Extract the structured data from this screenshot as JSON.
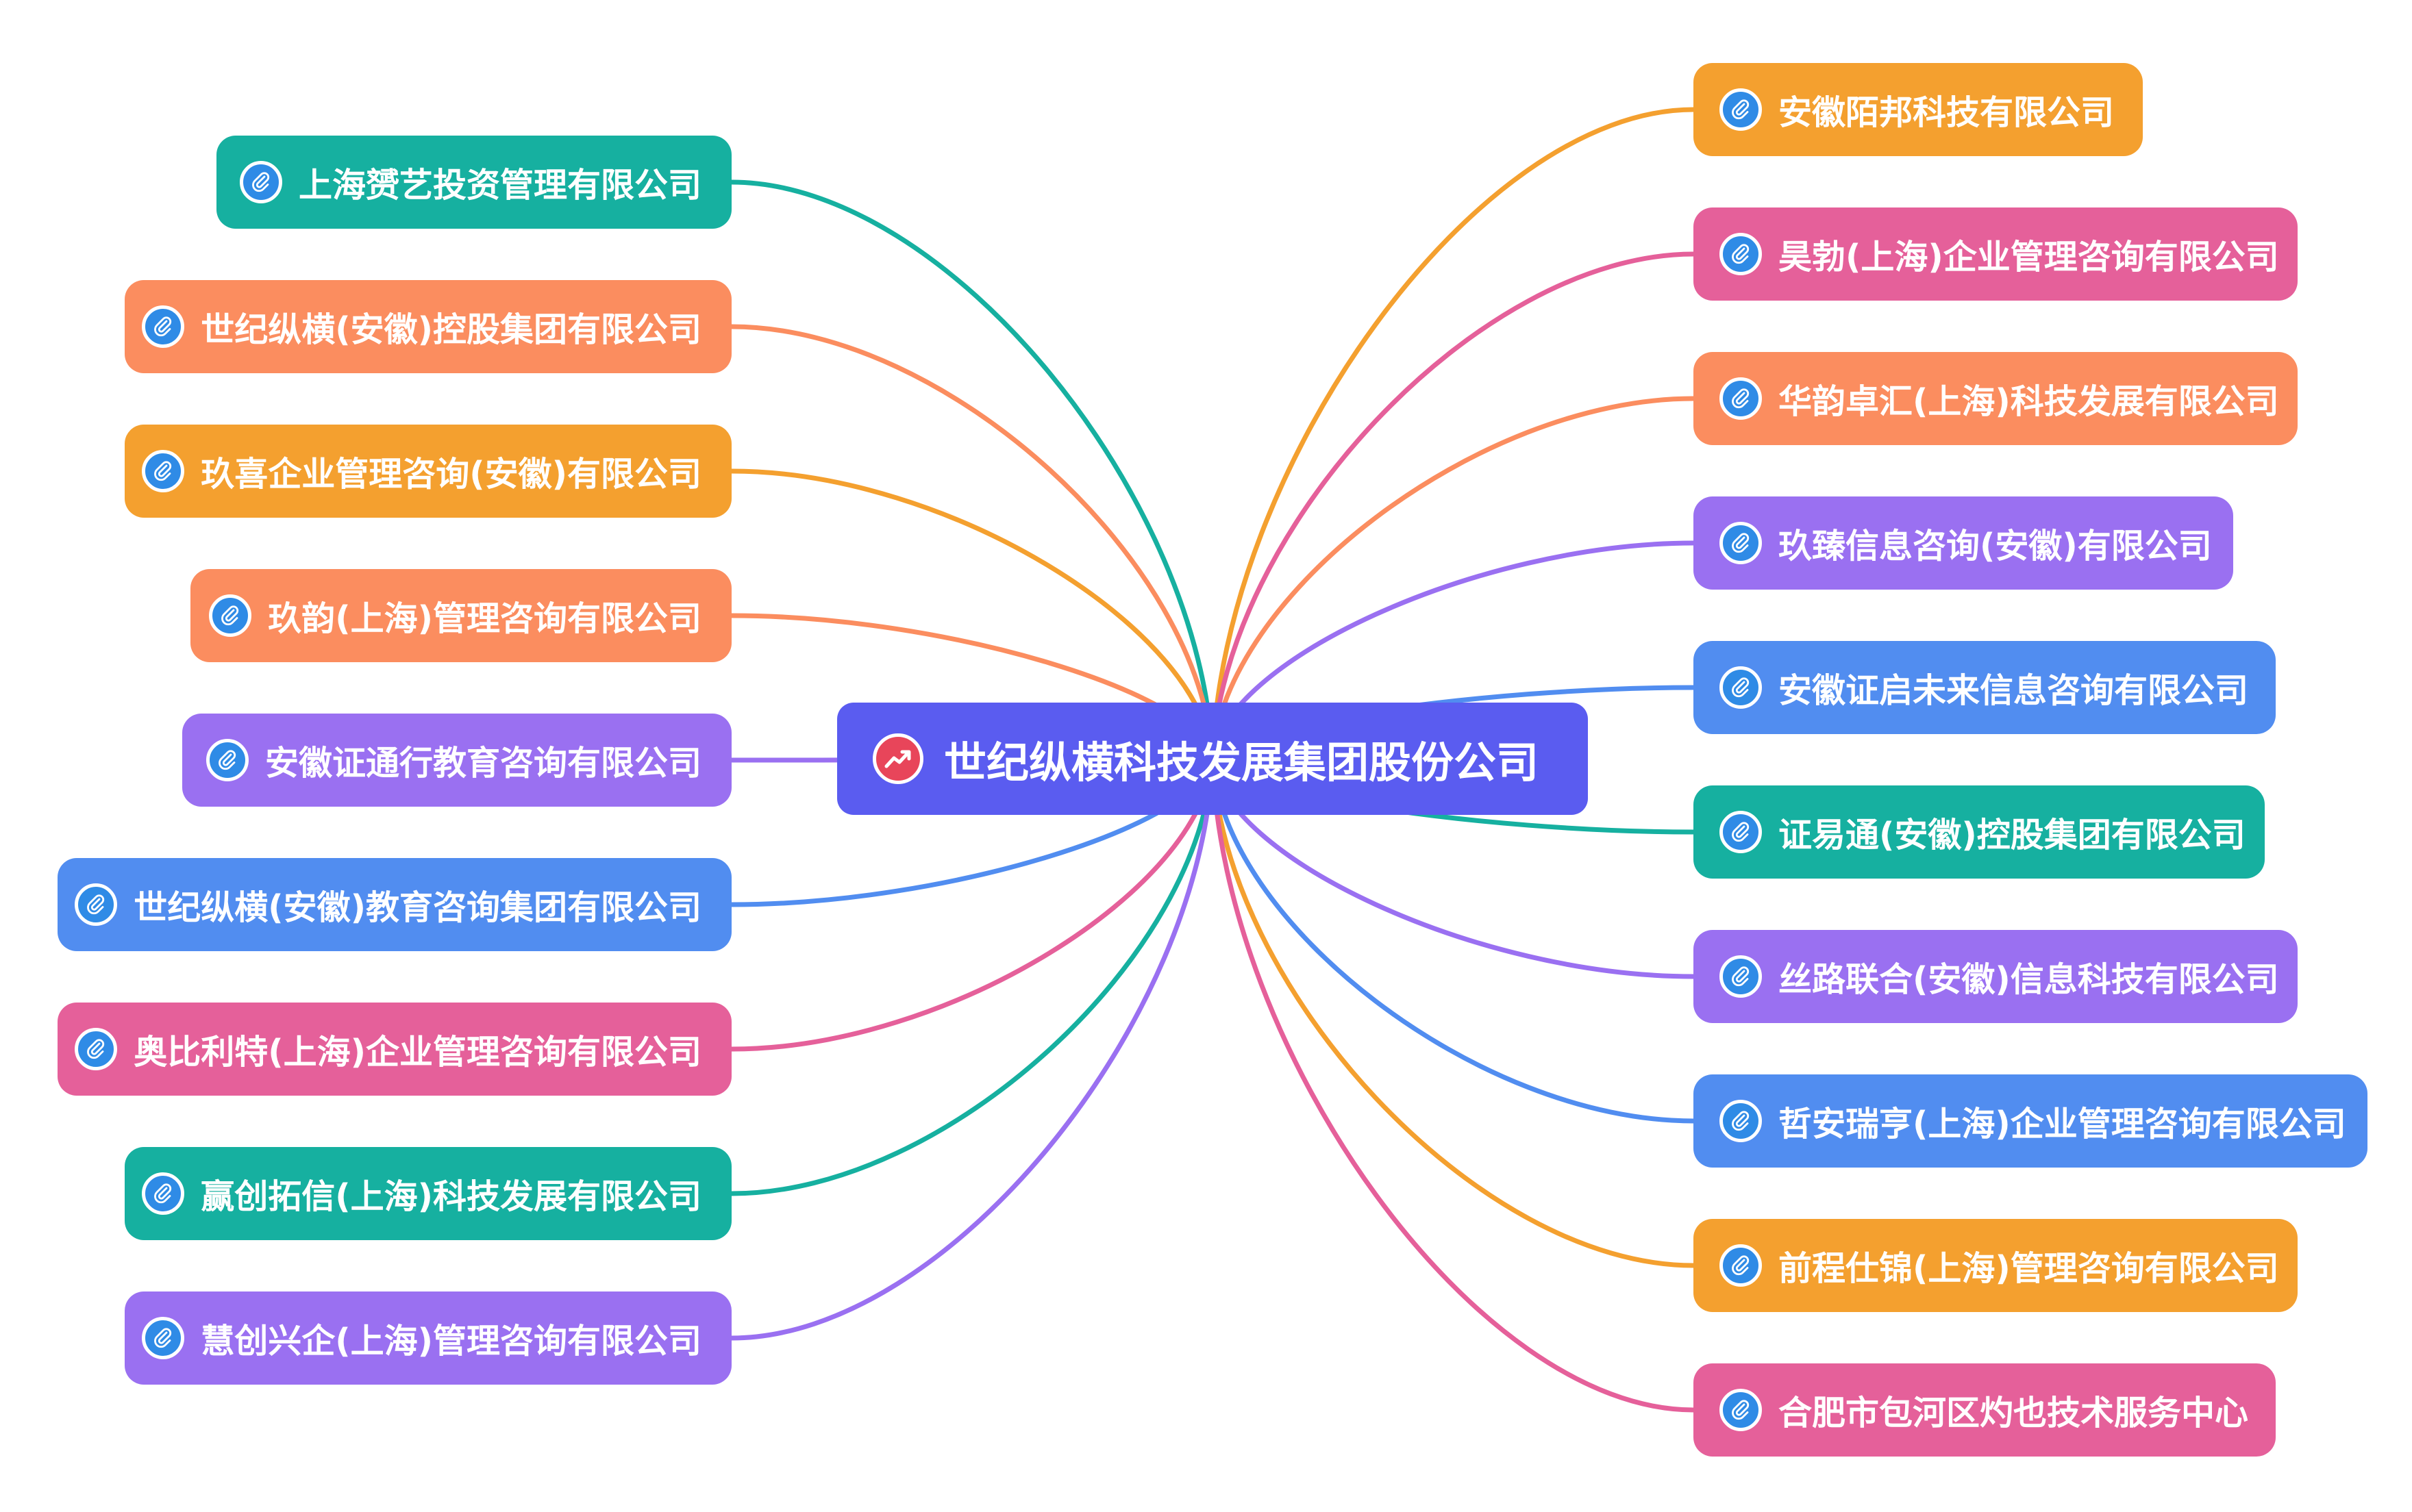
{
  "colors": {
    "teal": "#16b0a0",
    "orange": "#fb8d5f",
    "amber": "#f4a02f",
    "purple": "#9a70f1",
    "blue": "#518df0",
    "pink": "#e5609a",
    "root": "#5a5cf0",
    "root_icon": "#e8455a"
  },
  "root": {
    "label": "世纪纵横科技发展集团股份公司",
    "icon": "trend-up-icon"
  },
  "left_nodes": [
    {
      "label": "上海赟艺投资管理有限公司",
      "color": "teal",
      "icon": "paperclip-icon"
    },
    {
      "label": "世纪纵横(安徽)控股集团有限公司",
      "color": "orange",
      "icon": "paperclip-icon"
    },
    {
      "label": "玖喜企业管理咨询(安徽)有限公司",
      "color": "amber",
      "icon": "paperclip-icon"
    },
    {
      "label": "玖韵(上海)管理咨询有限公司",
      "color": "orange",
      "icon": "paperclip-icon"
    },
    {
      "label": "安徽证通行教育咨询有限公司",
      "color": "purple",
      "icon": "paperclip-icon"
    },
    {
      "label": "世纪纵横(安徽)教育咨询集团有限公司",
      "color": "blue",
      "icon": "paperclip-icon"
    },
    {
      "label": "奥比利特(上海)企业管理咨询有限公司",
      "color": "pink",
      "icon": "paperclip-icon"
    },
    {
      "label": "赢创拓信(上海)科技发展有限公司",
      "color": "teal",
      "icon": "paperclip-icon"
    },
    {
      "label": "慧创兴企(上海)管理咨询有限公司",
      "color": "purple",
      "icon": "paperclip-icon"
    }
  ],
  "right_nodes": [
    {
      "label": "安徽陌邦科技有限公司",
      "color": "amber",
      "icon": "paperclip-icon"
    },
    {
      "label": "昊勃(上海)企业管理咨询有限公司",
      "color": "pink",
      "icon": "paperclip-icon"
    },
    {
      "label": "华韵卓汇(上海)科技发展有限公司",
      "color": "orange",
      "icon": "paperclip-icon"
    },
    {
      "label": "玖臻信息咨询(安徽)有限公司",
      "color": "purple",
      "icon": "paperclip-icon"
    },
    {
      "label": "安徽证启未来信息咨询有限公司",
      "color": "blue",
      "icon": "paperclip-icon"
    },
    {
      "label": "证易通(安徽)控股集团有限公司",
      "color": "teal",
      "icon": "paperclip-icon"
    },
    {
      "label": "丝路联合(安徽)信息科技有限公司",
      "color": "purple",
      "icon": "paperclip-icon"
    },
    {
      "label": "哲安瑞亨(上海)企业管理咨询有限公司",
      "color": "blue",
      "icon": "paperclip-icon"
    },
    {
      "label": "前程仕锦(上海)管理咨询有限公司",
      "color": "amber",
      "icon": "paperclip-icon"
    },
    {
      "label": "合肥市包河区灼也技术服务中心",
      "color": "pink",
      "icon": "paperclip-icon"
    }
  ]
}
